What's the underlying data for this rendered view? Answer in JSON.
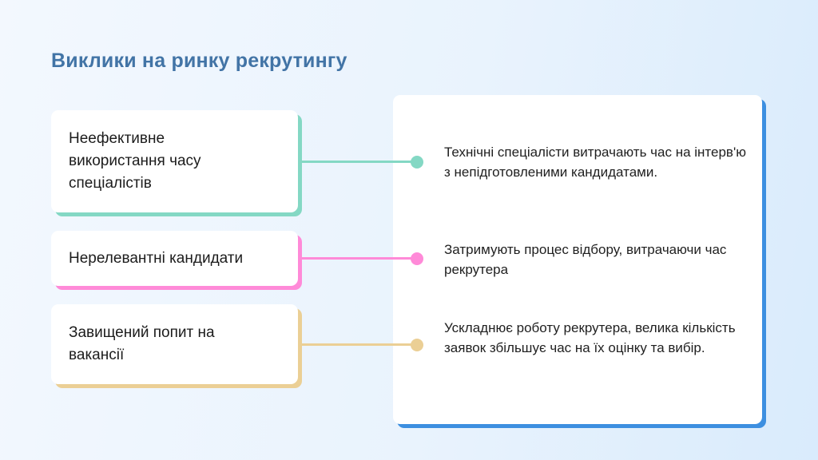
{
  "title": "Виклики на ринку рекрутингу",
  "colors": {
    "teal": "#84d8c4",
    "pink": "#ff8ad8",
    "sand": "#ebcf95",
    "blue": "#3d8fe0",
    "title": "#4274a6"
  },
  "challenges": [
    {
      "label": "Неефективне використання часу спеціалістів",
      "description": "Технічні спеціалісти витрачають час на інтерв'ю з непідготовленими кандидатами."
    },
    {
      "label": "Нерелевантні кандидати",
      "description": "Затримують процес відбору, витрачаючи час рекрутера"
    },
    {
      "label": "Завищений попит на вакансії",
      "description": "Ускладнює роботу рекрутера, велика кількість заявок збільшує час на їх оцінку та вибір."
    }
  ]
}
